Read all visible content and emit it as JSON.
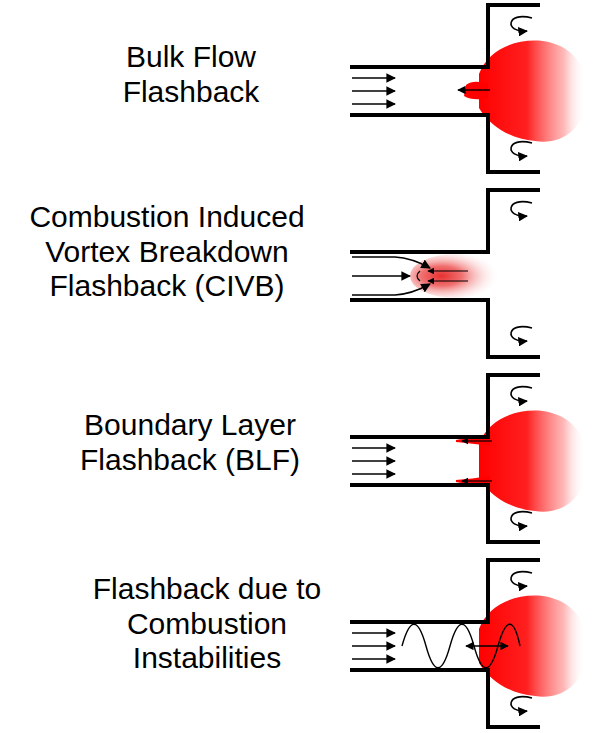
{
  "diagram": {
    "labels": [
      "Bulk Flow Flashback",
      "Combustion Induced Vortex Breakdown Flashback (CIVB)",
      "Boundary Layer Flashback (BLF)",
      "Flashback due to Combustion Instabilities"
    ]
  }
}
